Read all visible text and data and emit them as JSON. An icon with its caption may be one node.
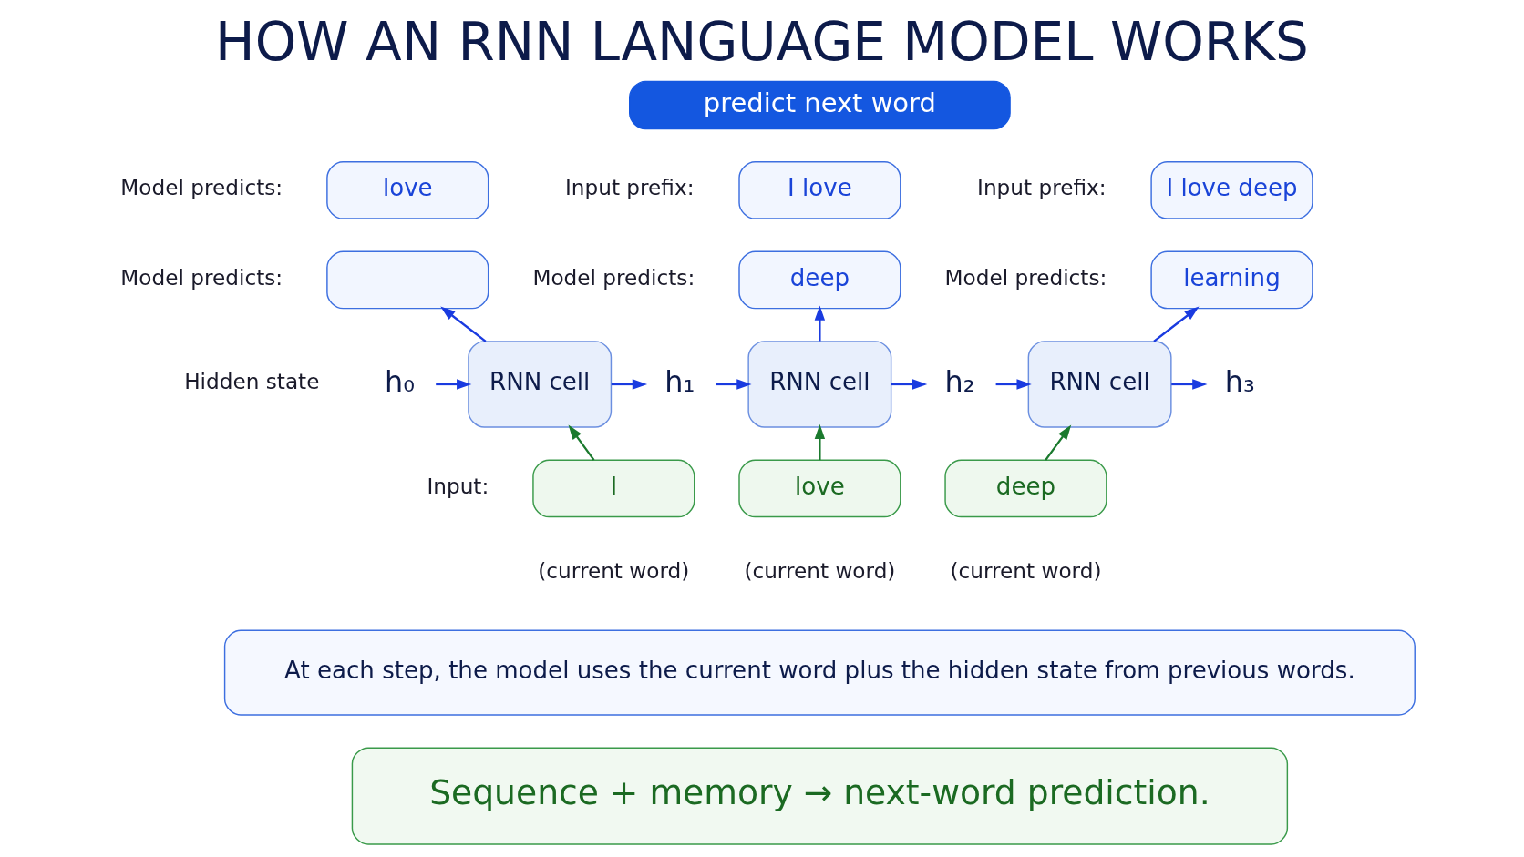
{
  "diagram": {
    "title": "HOW AN RNN LANGUAGE MODEL WORKS",
    "nodes": [
      {
        "text": [
          "predict next word"
        ]
      },
      {
        "text": [
          "h₀"
        ],
        "beside": [
          "Hidden state"
        ]
      },
      {
        "text": [
          "love"
        ],
        "beside": [
          "Model predicts:"
        ]
      },
      {
        "text": [],
        "shape": "box",
        "beside": [
          "Model predicts:"
        ]
      },
      {
        "text": [
          "RNN cell"
        ]
      },
      {
        "text": [
          "I"
        ],
        "beside": [
          "Input:",
          "(current word)"
        ]
      },
      {
        "text": [
          "h₁"
        ]
      },
      {
        "text": [
          "I love"
        ],
        "beside": [
          "Input prefix:"
        ]
      },
      {
        "text": [
          "deep"
        ],
        "beside": [
          "Model predicts:"
        ]
      },
      {
        "text": [
          "RNN cell"
        ]
      },
      {
        "text": [
          "love"
        ],
        "beside": [
          "(current word)"
        ]
      },
      {
        "text": [
          "h₂"
        ]
      },
      {
        "text": [
          "I love deep"
        ],
        "beside": [
          "Input prefix:"
        ]
      },
      {
        "text": [
          "learning"
        ],
        "beside": [
          "Model predicts:"
        ]
      },
      {
        "text": [
          "RNN cell"
        ]
      },
      {
        "text": [
          "deep"
        ],
        "beside": [
          "(current word)"
        ]
      },
      {
        "text": [
          "h₃"
        ]
      },
      {
        "text": [
          "At each step, the model uses the current word plus the hidden state from previous words."
        ]
      },
      {
        "text": [
          "Sequence + memory → next-word prediction."
        ]
      }
    ],
    "edges": [
      {
        "from": 1,
        "to": 4,
        "arrow": "to"
      },
      {
        "from": 4,
        "to": 3,
        "arrow": "to"
      },
      {
        "from": 5,
        "to": 4,
        "arrow": "to",
        "color": "#1b7a2e"
      },
      {
        "from": 4,
        "to": 6,
        "arrow": "to"
      },
      {
        "from": 6,
        "to": 9,
        "arrow": "to"
      },
      {
        "from": 9,
        "to": 8,
        "arrow": "to"
      },
      {
        "from": 10,
        "to": 9,
        "arrow": "to",
        "color": "#1b7a2e"
      },
      {
        "from": 9,
        "to": 11,
        "arrow": "to"
      },
      {
        "from": 11,
        "to": 14,
        "arrow": "to"
      },
      {
        "from": 14,
        "to": 13,
        "arrow": "to"
      },
      {
        "from": 15,
        "to": 14,
        "arrow": "to",
        "color": "#1b7a2e"
      },
      {
        "from": 14,
        "to": 16,
        "arrow": "to"
      }
    ]
  }
}
